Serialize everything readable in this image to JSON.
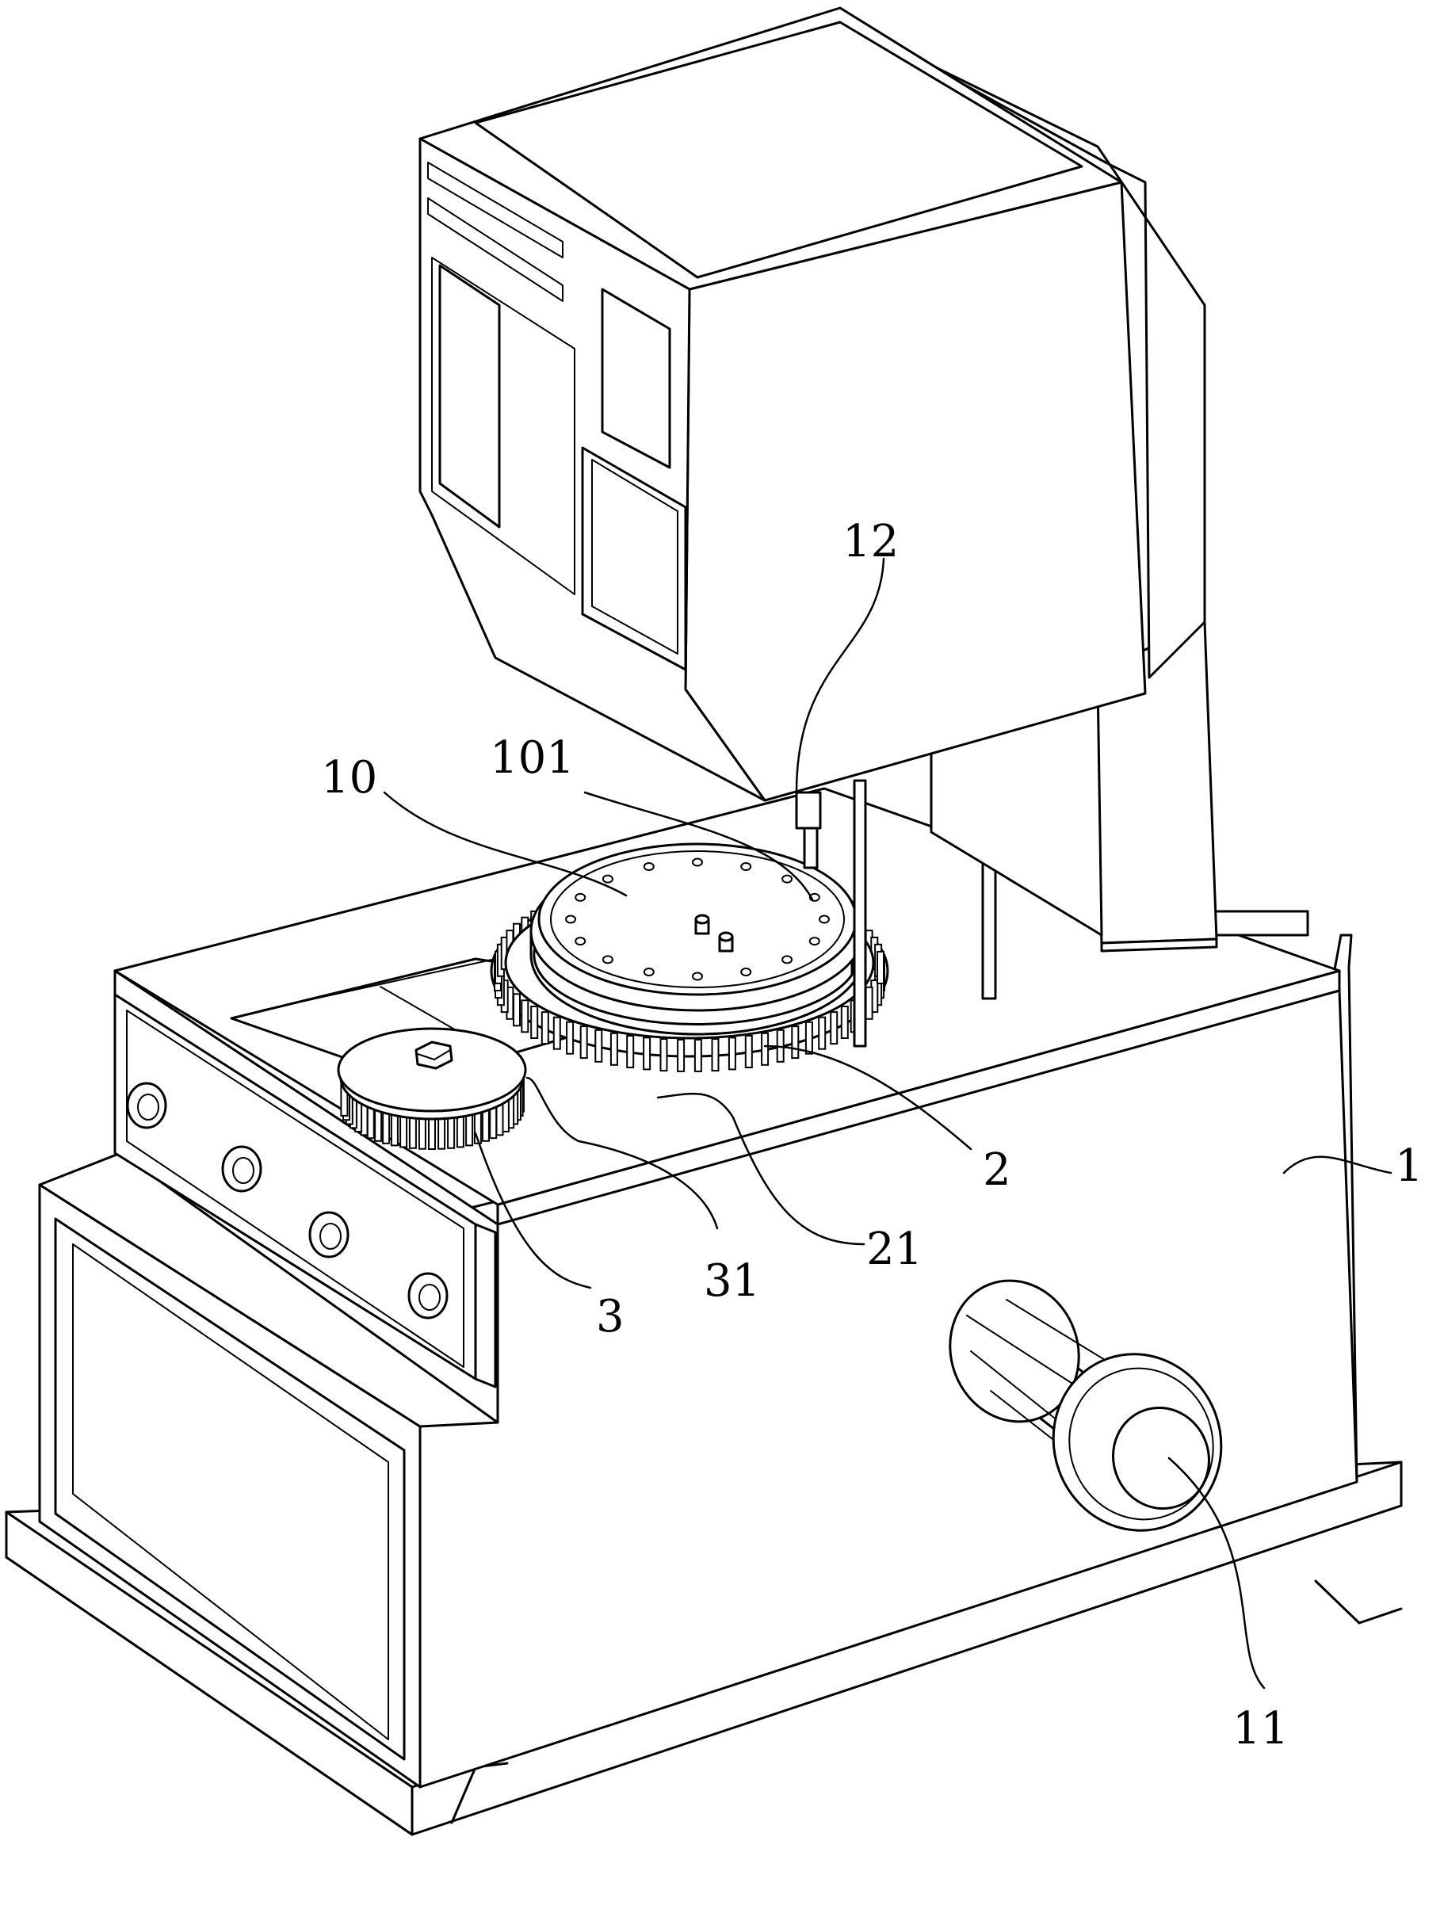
{
  "labels": {
    "l1": "1",
    "l2": "2",
    "l3": "3",
    "l10": "10",
    "l11": "11",
    "l12": "12",
    "l21": "21",
    "l31": "31",
    "l101": "101"
  }
}
